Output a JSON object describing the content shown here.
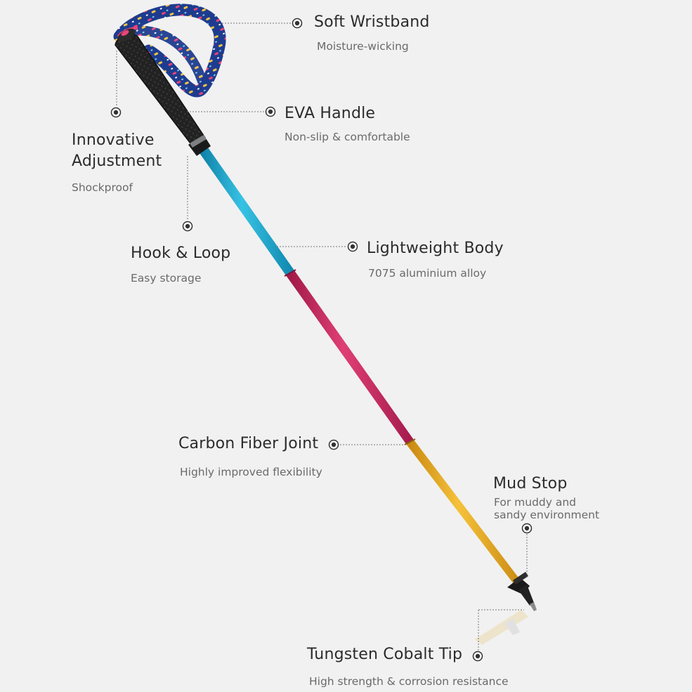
{
  "callouts": {
    "wristband": {
      "title": "Soft Wristband",
      "desc": "Moisture-wicking"
    },
    "eva_handle": {
      "title": "EVA Handle",
      "desc": "Non-slip & comfortable"
    },
    "adjustment": {
      "title": "Innovative\nAdjustment",
      "desc": "Shockproof"
    },
    "hook_loop": {
      "title": "Hook & Loop",
      "desc": "Easy storage"
    },
    "body": {
      "title": "Lightweight Body",
      "desc": "7075 aluminium alloy"
    },
    "joint": {
      "title": "Carbon Fiber Joint",
      "desc": "Highly improved flexibility"
    },
    "mud_stop": {
      "title": "Mud Stop",
      "desc": "For muddy and\nsandy environment"
    },
    "tip": {
      "title": "Tungsten Cobalt Tip",
      "desc": "High strength & corrosion resistance"
    }
  },
  "colors": {
    "shaft_top": "#1fa2c6",
    "shaft_mid": "#c2285e",
    "shaft_bottom": "#e0a322",
    "grip": "#1f1f1f",
    "strap_base": "#1e3c8f",
    "connector_line": "#777777",
    "marker": "#333333"
  }
}
